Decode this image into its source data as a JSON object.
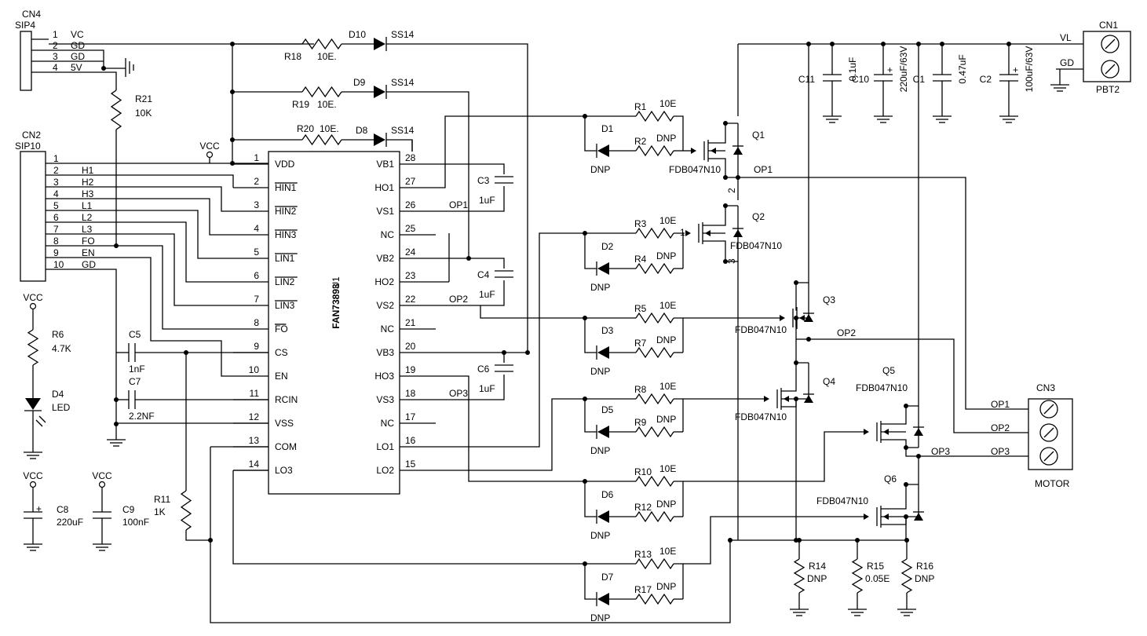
{
  "connectors": {
    "cn4": {
      "ref": "CN4",
      "type": "SIP4",
      "pins": [
        [
          "1",
          "VC"
        ],
        [
          "2",
          "GD"
        ],
        [
          "3",
          "GD"
        ],
        [
          "4",
          "5V"
        ]
      ]
    },
    "cn2": {
      "ref": "CN2",
      "type": "SIP10",
      "pins": [
        [
          "1",
          ""
        ],
        [
          "2",
          "H1"
        ],
        [
          "3",
          "H2"
        ],
        [
          "4",
          "H3"
        ],
        [
          "5",
          "L1"
        ],
        [
          "6",
          "L2"
        ],
        [
          "7",
          "L3"
        ],
        [
          "8",
          "FO"
        ],
        [
          "9",
          "EN"
        ],
        [
          "10",
          "GD"
        ]
      ]
    },
    "cn1": {
      "ref": "CN1",
      "type": "PBT2",
      "nets": [
        "VL",
        "GD"
      ]
    },
    "cn3": {
      "ref": "CN3",
      "type": "MOTOR",
      "nets": [
        "OP1",
        "OP2",
        "OP3"
      ]
    }
  },
  "ic": {
    "ref": "U1",
    "part": "FAN73893",
    "left_pins": [
      [
        "1",
        "VDD",
        false
      ],
      [
        "2",
        "HIN1",
        true
      ],
      [
        "3",
        "HIN2",
        true
      ],
      [
        "4",
        "HIN3",
        true
      ],
      [
        "5",
        "LIN1",
        true
      ],
      [
        "6",
        "LIN2",
        true
      ],
      [
        "7",
        "LIN3",
        true
      ],
      [
        "8",
        "FO",
        true
      ],
      [
        "9",
        "CS",
        false
      ],
      [
        "10",
        "EN",
        false
      ],
      [
        "11",
        "RCIN",
        false
      ],
      [
        "12",
        "VSS",
        false
      ],
      [
        "13",
        "COM",
        false
      ],
      [
        "14",
        "LO3",
        false
      ]
    ],
    "right_pins": [
      [
        "28",
        "VB1"
      ],
      [
        "27",
        "HO1"
      ],
      [
        "26",
        "VS1"
      ],
      [
        "25",
        "NC"
      ],
      [
        "24",
        "VB2"
      ],
      [
        "23",
        "HO2"
      ],
      [
        "22",
        "VS2"
      ],
      [
        "21",
        "NC"
      ],
      [
        "20",
        "VB3"
      ],
      [
        "19",
        "HO3"
      ],
      [
        "18",
        "VS3"
      ],
      [
        "17",
        "NC"
      ],
      [
        "16",
        "LO1"
      ],
      [
        "15",
        "LO2"
      ]
    ]
  },
  "bootstrap": [
    {
      "r": "R18",
      "rv": "10E.",
      "d": "D10",
      "dv": "SS14"
    },
    {
      "r": "R19",
      "rv": "10E.",
      "d": "D9",
      "dv": "SS14"
    },
    {
      "r": "R20",
      "rv": "10E.",
      "d": "D8",
      "dv": "SS14"
    }
  ],
  "bootcaps": [
    {
      "ref": "C3",
      "val": "1uF",
      "net": "OP1"
    },
    {
      "ref": "C4",
      "val": "1uF",
      "net": "OP2"
    },
    {
      "ref": "C6",
      "val": "1uF",
      "net": "OP3"
    }
  ],
  "gates": [
    {
      "r": "R1",
      "rv": "10E",
      "d": "D1",
      "dv": "DNP",
      "r2": "R2",
      "r2v": "DNP"
    },
    {
      "r": "R3",
      "rv": "10E",
      "d": "D2",
      "dv": "DNP",
      "r2": "R4",
      "r2v": "DNP"
    },
    {
      "r": "R5",
      "rv": "10E",
      "d": "D3",
      "dv": "DNP",
      "r2": "R7",
      "r2v": "DNP"
    },
    {
      "r": "R8",
      "rv": "10E",
      "d": "D5",
      "dv": "DNP",
      "r2": "R9",
      "r2v": "DNP"
    },
    {
      "r": "R10",
      "rv": "10E",
      "d": "D6",
      "dv": "DNP",
      "r2": "R12",
      "r2v": "DNP"
    },
    {
      "r": "R13",
      "rv": "10E",
      "d": "D7",
      "dv": "DNP",
      "r2": "R17",
      "r2v": "DNP"
    }
  ],
  "mosfets": [
    {
      "ref": "Q1",
      "part": "FDB047N10"
    },
    {
      "ref": "Q2",
      "part": "FDB047N10"
    },
    {
      "ref": "Q3",
      "part": "FDB047N10"
    },
    {
      "ref": "Q4",
      "part": "FDB047N10"
    },
    {
      "ref": "Q5",
      "part": "FDB047N10"
    },
    {
      "ref": "Q6",
      "part": "FDB047N10"
    }
  ],
  "q2_pins": [
    "1",
    "2",
    "3"
  ],
  "bulk_caps": [
    {
      "ref": "C11",
      "val": "0.1uF"
    },
    {
      "ref": "C10",
      "val": "220uF/63V"
    },
    {
      "ref": "C1",
      "val": "0.47uF"
    },
    {
      "ref": "C2",
      "val": "100uF/63V"
    }
  ],
  "shunts": [
    {
      "ref": "R14",
      "val": "DNP"
    },
    {
      "ref": "R15",
      "val": "0.05E"
    },
    {
      "ref": "R16",
      "val": "DNP"
    }
  ],
  "misc": {
    "r21": {
      "ref": "R21",
      "val": "10K"
    },
    "r6": {
      "ref": "R6",
      "val": "4.7K"
    },
    "d4": {
      "ref": "D4",
      "val": "LED"
    },
    "c5": {
      "ref": "C5",
      "val": "1nF"
    },
    "c7": {
      "ref": "C7",
      "val": "2.2NF"
    },
    "c8": {
      "ref": "C8",
      "val": "220uF"
    },
    "c9": {
      "ref": "C9",
      "val": "100nF"
    },
    "r11": {
      "ref": "R11",
      "val": "1K"
    },
    "vcc": "VCC"
  },
  "nets": {
    "op1": "OP1",
    "op2": "OP2",
    "op3": "OP3"
  }
}
